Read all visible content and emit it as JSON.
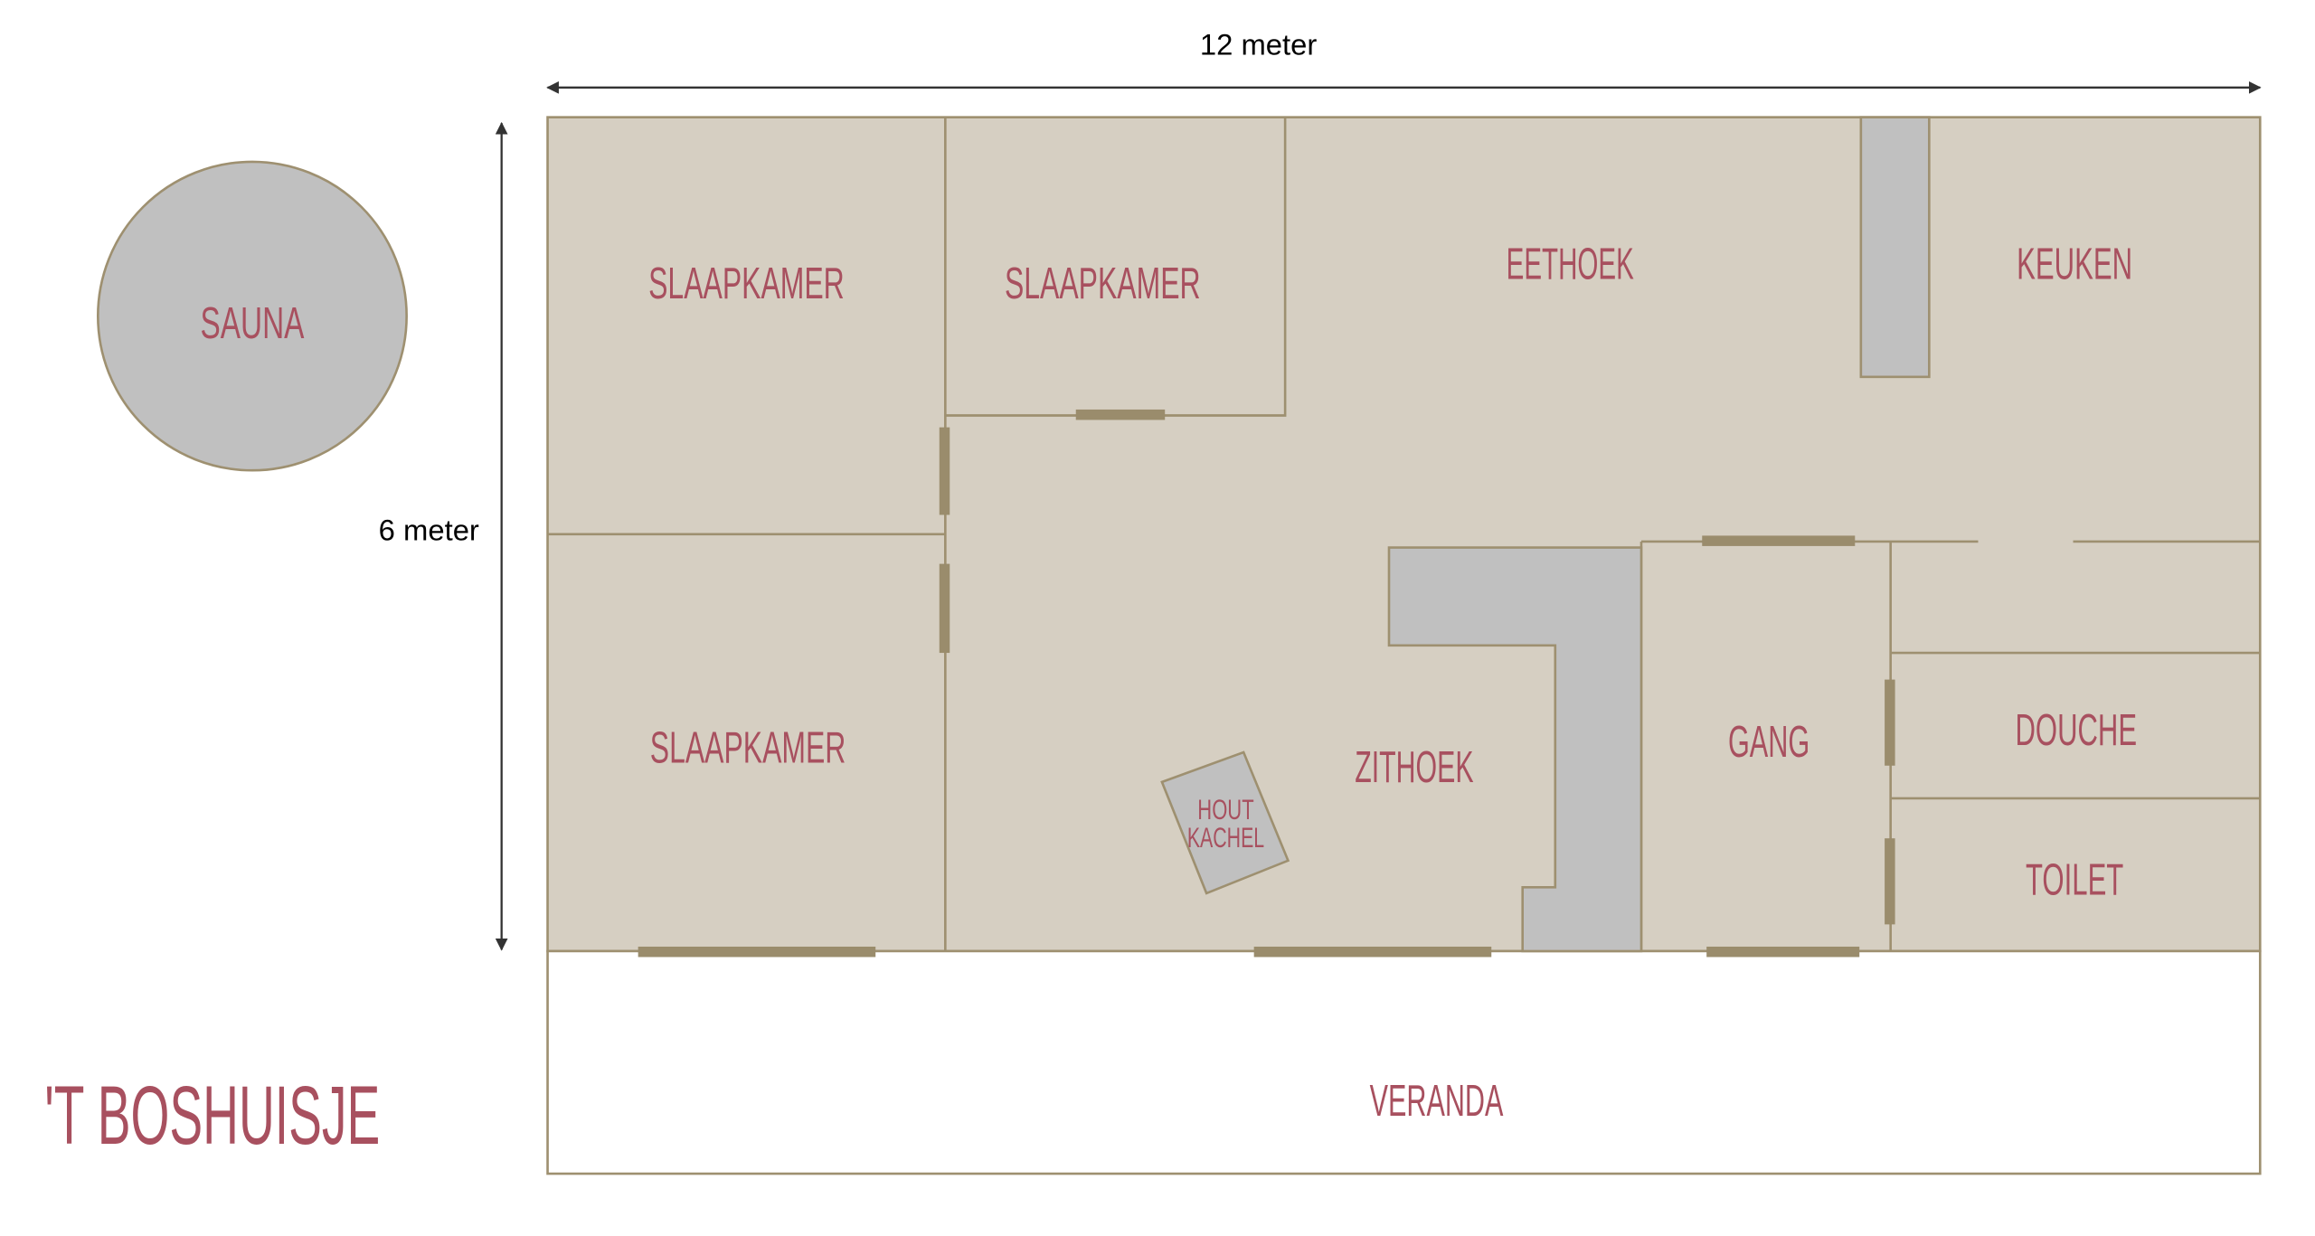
{
  "title": "'T BOSHUISJE",
  "dimensions": {
    "width_label": "12 meter",
    "height_label": "6 meter"
  },
  "rooms": {
    "sauna": "SAUNA",
    "bedroom_1": "SLAAPKAMER",
    "bedroom_2": "SLAAPKAMER",
    "bedroom_3": "SLAAPKAMER",
    "dining": "EETHOEK",
    "kitchen": "KEUKEN",
    "living": "ZITHOEK",
    "hallway": "GANG",
    "shower": "DOUCHE",
    "toilet": "TOILET",
    "veranda": "VERANDA",
    "stove_line1": "HOUT",
    "stove_line2": "KACHEL"
  },
  "colors": {
    "floor": "#d6cfc2",
    "fixture": "#c0c0c0",
    "wall": "#9e9070",
    "label": "#a8505f"
  }
}
